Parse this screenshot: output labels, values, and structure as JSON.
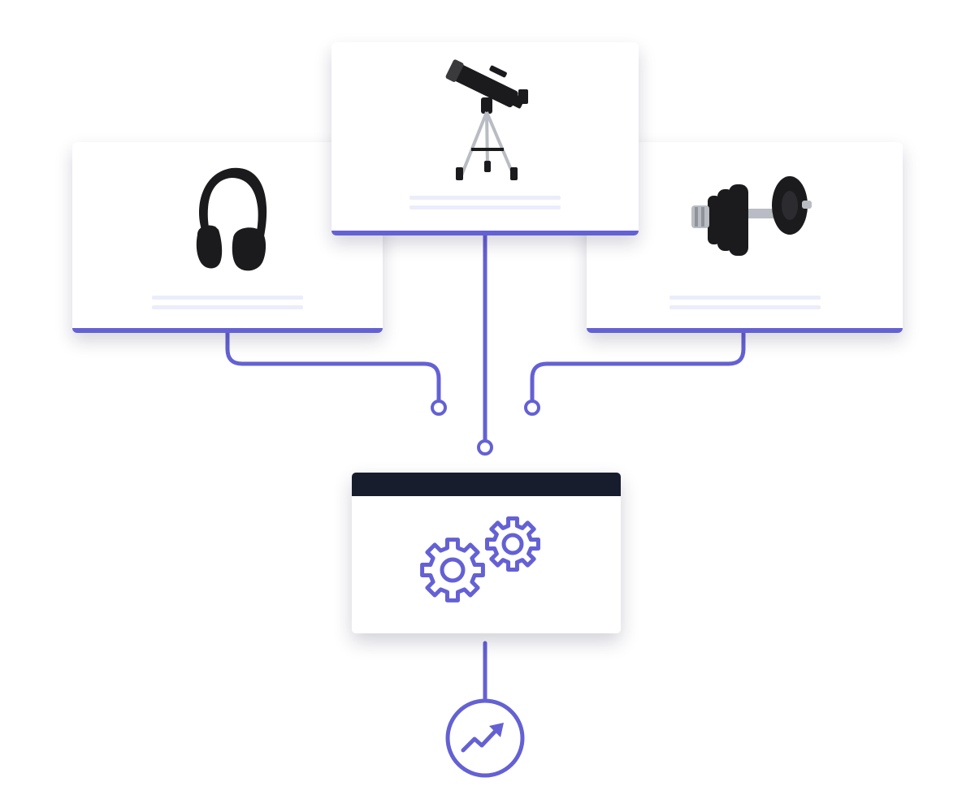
{
  "colors": {
    "accent": "#6461d4",
    "line_placeholder": "#ecedfb",
    "titlebar": "#181d2e",
    "product_dark": "#1b1b1d",
    "metal": "#b9bcc2"
  },
  "cards": [
    {
      "name": "headphones-card",
      "icon": "headphones-icon"
    },
    {
      "name": "telescope-card",
      "icon": "telescope-icon"
    },
    {
      "name": "dumbbell-card",
      "icon": "dumbbell-icon"
    }
  ],
  "engine": {
    "icon": "gears-icon"
  },
  "output": {
    "icon": "trending-up-icon"
  }
}
